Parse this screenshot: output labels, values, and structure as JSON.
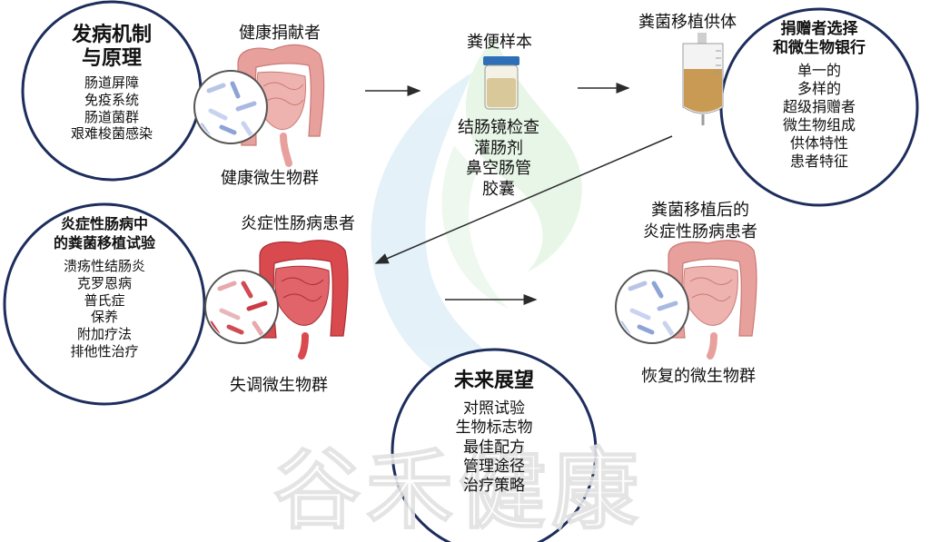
{
  "circles": {
    "mechanism": {
      "title_lines": [
        "发病机制",
        "与原理"
      ],
      "items": [
        "肠道屏障",
        "免疫系统",
        "肠道菌群",
        "艰难梭菌感染"
      ]
    },
    "donor": {
      "title_lines": [
        "捐赠者选择",
        "和微生物银行"
      ],
      "items": [
        "单一的",
        "多样的",
        "超级捐赠者",
        "微生物组成",
        "供体特性",
        "患者特征"
      ]
    },
    "ibd_trials": {
      "title_lines": [
        "炎症性肠病中",
        "的粪菌移植试验"
      ],
      "items": [
        "溃疡性结肠炎",
        "克罗恩病",
        "普氏症",
        "保养",
        "附加疗法",
        "排他性治疗"
      ]
    },
    "future": {
      "title_lines": [
        "未来展望"
      ],
      "items": [
        "对照试验",
        "生物标志物",
        "最佳配方",
        "管理途径",
        "治疗策略"
      ]
    }
  },
  "labels": {
    "healthy_donor": "健康捐献者",
    "healthy_microbiota": "健康微生物群",
    "stool_sample": "粪便样本",
    "fmt_donor": "粪菌移植供体",
    "ibd_patient": "炎症性肠病患者",
    "dysbiosis": "失调微生物群",
    "post_fmt_patient_lines": [
      "粪菌移植后的",
      "炎症性肠病患者"
    ],
    "restored_microbiota": "恢复的微生物群",
    "delivery_methods": [
      "结肠镜检查",
      "灌肠剂",
      "鼻空肠管",
      "胶囊"
    ]
  },
  "watermark": "谷禾健康",
  "colors": {
    "healthy_gut": "#e8a09c",
    "inflamed_gut": "#d94a4f",
    "circle_border": "#1d2d5c",
    "arrow": "#2b2b2b",
    "stool_fill": "#d9c89a",
    "bag_fill": "#c89a54",
    "jar_cap": "#2f6fb8",
    "bg_logo_green": "#8ccf8a",
    "bg_logo_blue": "#8cc0e3"
  },
  "icons": [
    "healthy-intestine-icon",
    "inflamed-intestine-icon",
    "stool-jar-icon",
    "infusion-bag-icon",
    "microbe-magnifier-icon"
  ]
}
